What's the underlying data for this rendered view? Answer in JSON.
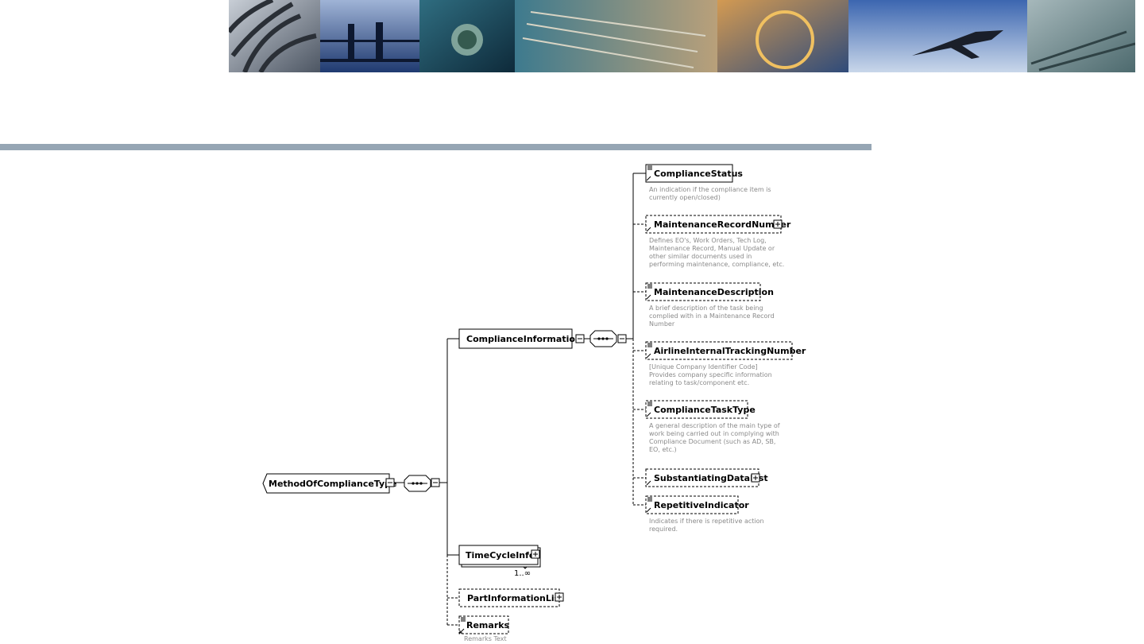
{
  "root": {
    "name": "MethodOfComplianceType"
  },
  "level1": [
    {
      "name": "ComplianceInformation",
      "optional": false,
      "expandable": false
    },
    {
      "name": "TimeCycleInfo",
      "optional": false,
      "expandable": true,
      "cardinality": "1..∞"
    },
    {
      "name": "PartInformationList",
      "optional": true,
      "expandable": true
    },
    {
      "name": "Remarks",
      "optional": true,
      "expandable": false,
      "description": "Remarks Text"
    }
  ],
  "compliance_children": [
    {
      "name": "ComplianceStatus",
      "optional": false,
      "expandable": false,
      "description": [
        "An indication if the compliance item is",
        "currently open/closed)"
      ]
    },
    {
      "name": "MaintenanceRecordNumber",
      "optional": true,
      "expandable": true,
      "description": [
        "Defines EO's, Work Orders, Tech Log,",
        "Maintenance Record, Manual Update or",
        "other similar documents used in",
        "performing maintenance, compliance, etc."
      ]
    },
    {
      "name": "MaintenanceDescription",
      "optional": true,
      "expandable": false,
      "description": [
        "A brief description of the task being",
        "complied with in a Maintenance Record",
        "Number"
      ]
    },
    {
      "name": "AirlineInternalTrackingNumber",
      "optional": true,
      "expandable": false,
      "description": [
        "[Unique Company Identifier Code]",
        "Provides company specific information",
        "relating to task/component etc."
      ]
    },
    {
      "name": "ComplianceTaskType",
      "optional": true,
      "expandable": false,
      "description": [
        "A general description of the main type of",
        "work being carried out in complying with",
        "Compliance Document (such as AD, SB,",
        "EO, etc.)"
      ]
    },
    {
      "name": "SubstantiatingDataList",
      "optional": true,
      "expandable": true,
      "description": []
    },
    {
      "name": "RepetitiveIndicator",
      "optional": true,
      "expandable": false,
      "description": [
        "Indicates if there is repetitive action",
        "required."
      ]
    }
  ],
  "banner": {
    "panel_colors": [
      "#b9c2cc",
      "#2a4a86",
      "#1f4f6b",
      "#2f5d7a",
      "#a8764a",
      "#4a6fa6",
      "#6e8b8e"
    ]
  }
}
